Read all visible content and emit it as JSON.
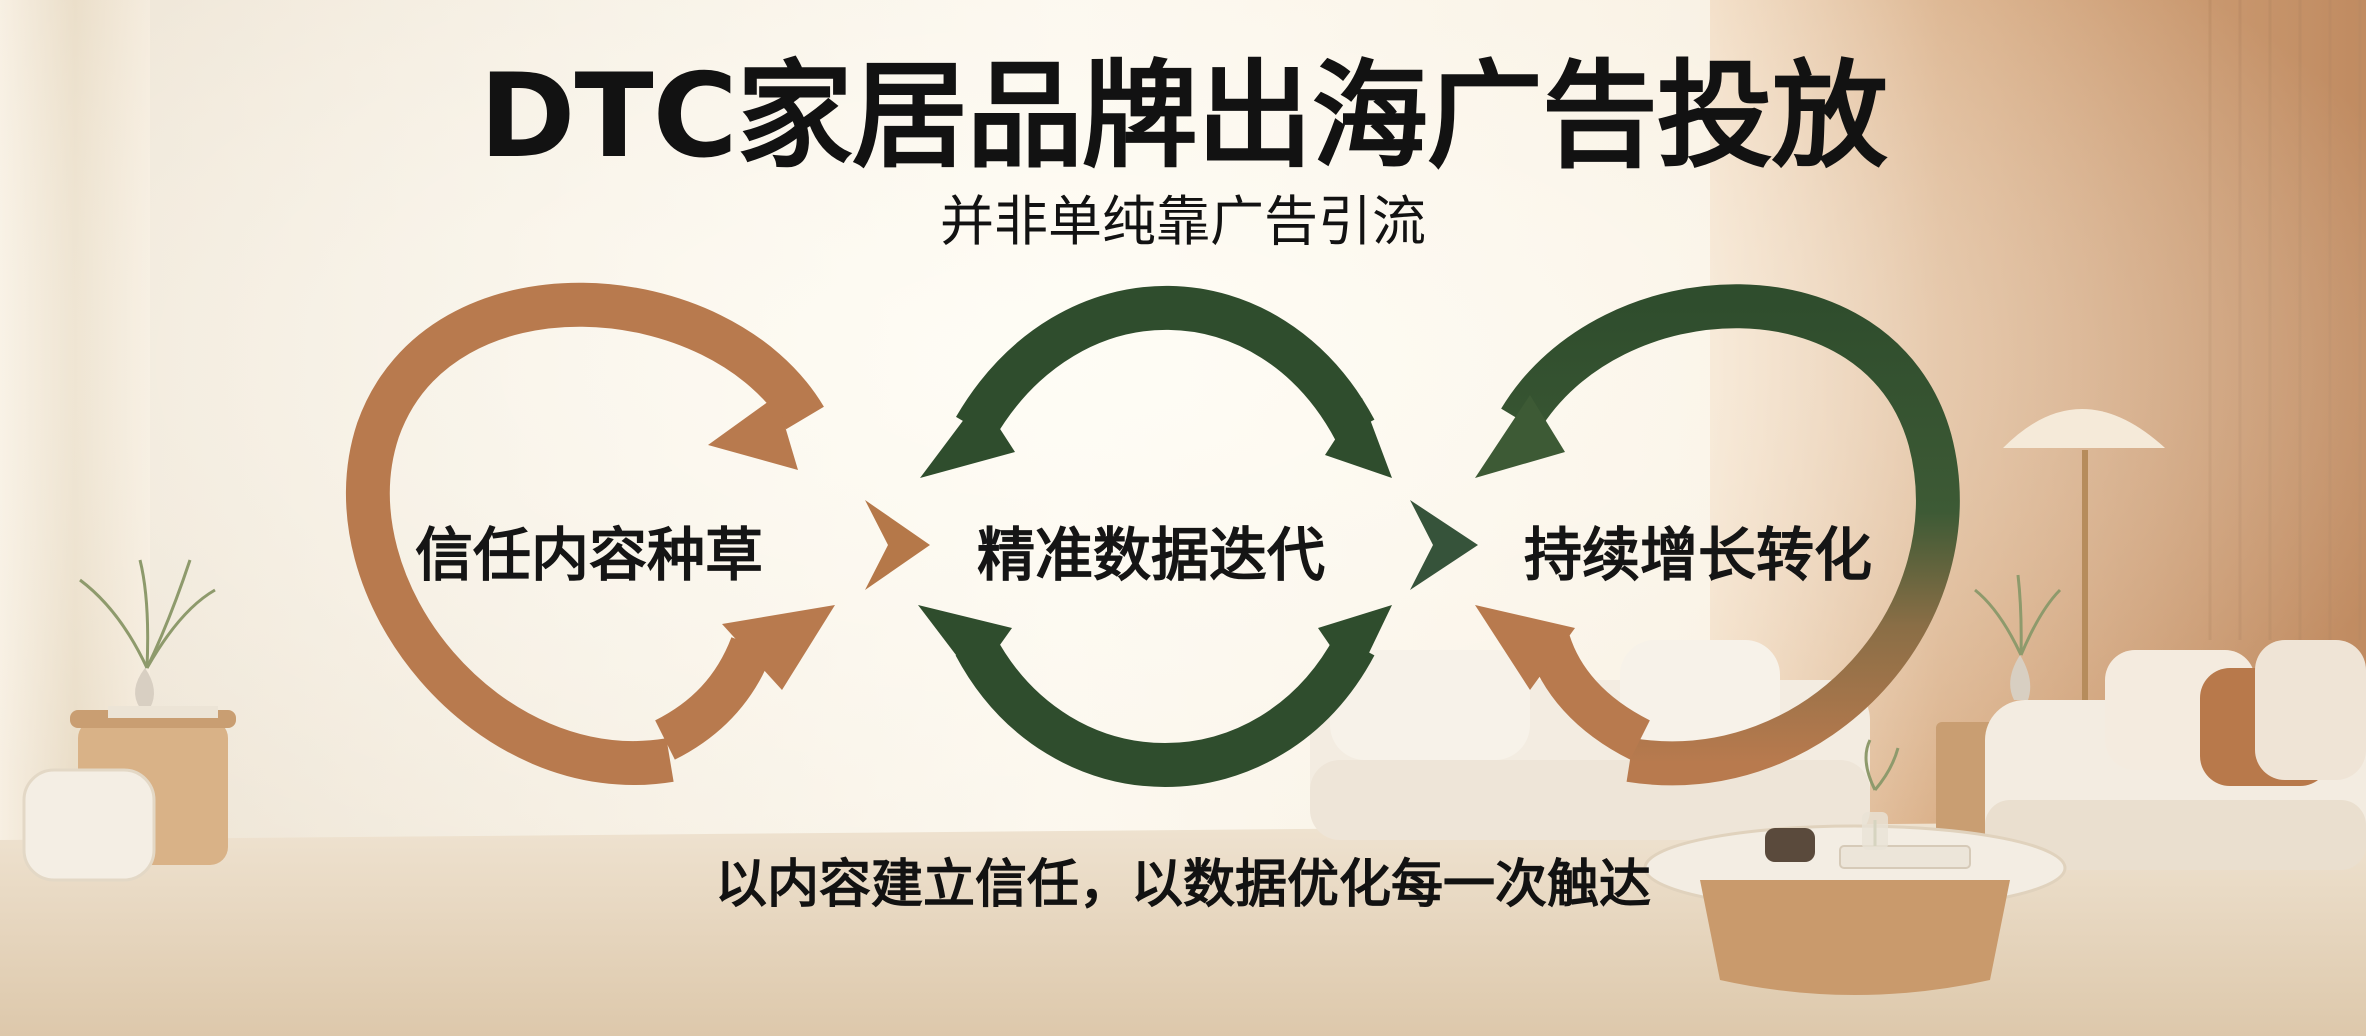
{
  "title": "DTC家居品牌出海广告投放",
  "subtitle": "并非单纯靠广告引流",
  "stages": [
    {
      "label": "信任内容种草"
    },
    {
      "label": "精准数据迭代"
    },
    {
      "label": "持续增长转化"
    }
  ],
  "tagline": "以内容建立信任，以数据优化每一次触达",
  "colors": {
    "brown_arrow": "#b87a4e",
    "green_arrow": "#2f4d2d",
    "chevron_brown": "#b57849",
    "chevron_green": "#36533a",
    "text": "#121212",
    "wall": "#f6eee0",
    "wood_panel": "#d2a680"
  }
}
